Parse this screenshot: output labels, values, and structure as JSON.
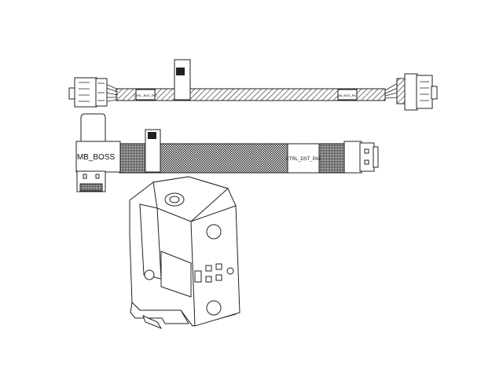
{
  "drawing": {
    "cable_1": {
      "left_label": "CTRL_BSS_PA1",
      "right_label": "MB_BSS_PA1"
    },
    "cable_2": {
      "connector_label": "MB_BOSS",
      "end_label": "CTRL_DST_PA1"
    },
    "colors": {
      "line": "#222222",
      "background": "#ffffff"
    }
  }
}
